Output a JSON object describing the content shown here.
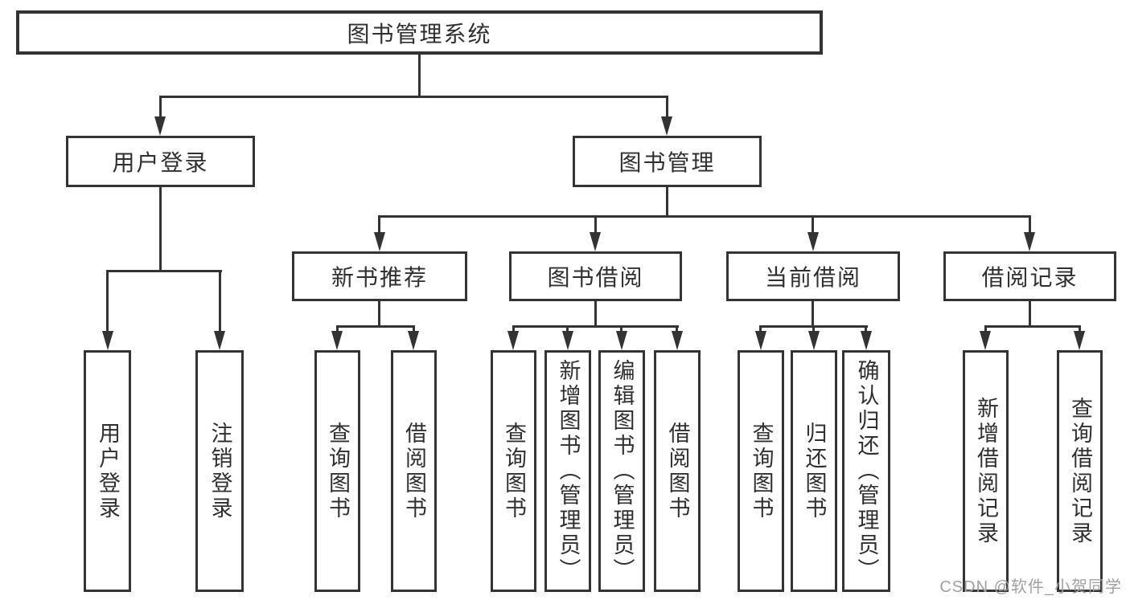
{
  "tree": {
    "label": "图书管理系统",
    "children": [
      {
        "label": "用户登录",
        "children": [
          {
            "label": "用户登录"
          },
          {
            "label": "注销登录"
          }
        ]
      },
      {
        "label": "图书管理",
        "children": [
          {
            "label": "新书推荐",
            "children": [
              {
                "label": "查询图书"
              },
              {
                "label": "借阅图书"
              }
            ]
          },
          {
            "label": "图书借阅",
            "children": [
              {
                "label": "查询图书"
              },
              {
                "label": "新增图书（管理员）"
              },
              {
                "label": "编辑图书（管理员）"
              },
              {
                "label": "借阅图书"
              }
            ]
          },
          {
            "label": "当前借阅",
            "children": [
              {
                "label": "查询图书"
              },
              {
                "label": "归还图书"
              },
              {
                "label": "确认归还（管理员）"
              }
            ]
          },
          {
            "label": "借阅记录",
            "children": [
              {
                "label": "新增借阅记录"
              },
              {
                "label": "查询借阅记录"
              }
            ]
          }
        ]
      }
    ]
  },
  "watermark": {
    "text": "CSDN @软件_小贺同学"
  },
  "colors": {
    "line": "#333333",
    "text": "#2f2f2f",
    "background": "#ffffff",
    "box_background": "#ffffff",
    "watermark": "#a0a0a0"
  }
}
